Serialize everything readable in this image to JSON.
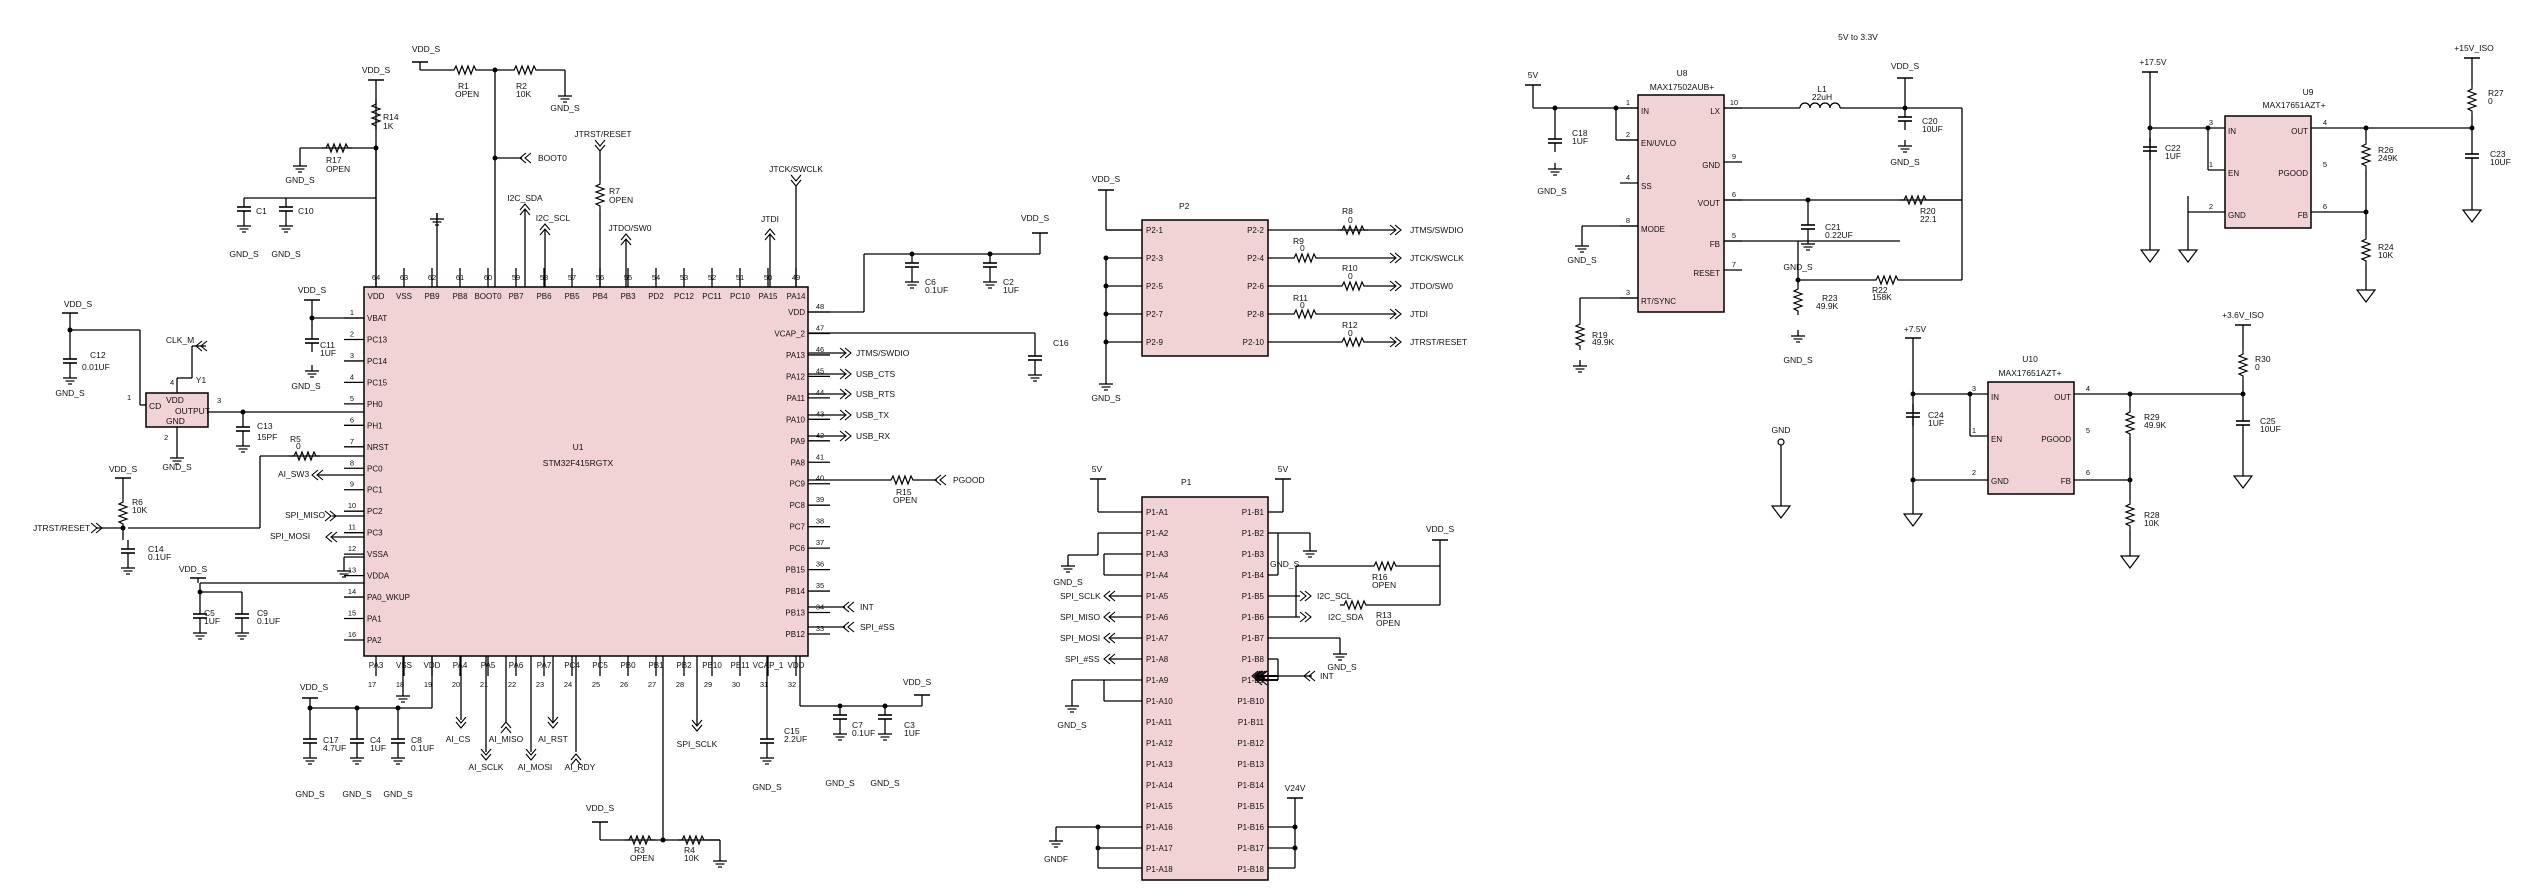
{
  "u1": {
    "ref": "U1",
    "part": "STM32F415RGTX",
    "top_pins": [
      {
        "num": "64",
        "name": "VDD"
      },
      {
        "num": "63",
        "name": "VSS"
      },
      {
        "num": "62",
        "name": "PB9"
      },
      {
        "num": "61",
        "name": "PB8"
      },
      {
        "num": "60",
        "name": "BOOT0"
      },
      {
        "num": "59",
        "name": "PB7"
      },
      {
        "num": "58",
        "name": "PB6"
      },
      {
        "num": "57",
        "name": "PB5"
      },
      {
        "num": "56",
        "name": "PB4"
      },
      {
        "num": "55",
        "name": "PB3"
      },
      {
        "num": "54",
        "name": "PD2"
      },
      {
        "num": "53",
        "name": "PC12"
      },
      {
        "num": "52",
        "name": "PC11"
      },
      {
        "num": "51",
        "name": "PC10"
      },
      {
        "num": "50",
        "name": "PA15"
      },
      {
        "num": "49",
        "name": "PA14"
      }
    ],
    "left_pins": [
      {
        "num": "1",
        "name": "VBAT"
      },
      {
        "num": "2",
        "name": "PC13"
      },
      {
        "num": "3",
        "name": "PC14"
      },
      {
        "num": "4",
        "name": "PC15"
      },
      {
        "num": "5",
        "name": "PH0"
      },
      {
        "num": "6",
        "name": "PH1"
      },
      {
        "num": "7",
        "name": "NRST"
      },
      {
        "num": "8",
        "name": "PC0"
      },
      {
        "num": "9",
        "name": "PC1"
      },
      {
        "num": "10",
        "name": "PC2"
      },
      {
        "num": "11",
        "name": "PC3"
      },
      {
        "num": "12",
        "name": "VSSA"
      },
      {
        "num": "13",
        "name": "VDDA"
      },
      {
        "num": "14",
        "name": "PA0_WKUP"
      },
      {
        "num": "15",
        "name": "PA1"
      },
      {
        "num": "16",
        "name": "PA2"
      }
    ],
    "right_pins": [
      {
        "num": "48",
        "name": "VDD"
      },
      {
        "num": "47",
        "name": "VCAP_2"
      },
      {
        "num": "46",
        "name": "PA13"
      },
      {
        "num": "45",
        "name": "PA12"
      },
      {
        "num": "44",
        "name": "PA11"
      },
      {
        "num": "43",
        "name": "PA10"
      },
      {
        "num": "42",
        "name": "PA9"
      },
      {
        "num": "41",
        "name": "PA8"
      },
      {
        "num": "40",
        "name": "PC9"
      },
      {
        "num": "39",
        "name": "PC8"
      },
      {
        "num": "38",
        "name": "PC7"
      },
      {
        "num": "37",
        "name": "PC6"
      },
      {
        "num": "36",
        "name": "PB15"
      },
      {
        "num": "35",
        "name": "PB14"
      },
      {
        "num": "34",
        "name": "PB13"
      },
      {
        "num": "33",
        "name": "PB12"
      }
    ],
    "bottom_pins": [
      {
        "num": "17",
        "name": "PA3"
      },
      {
        "num": "18",
        "name": "VSS"
      },
      {
        "num": "19",
        "name": "VDD"
      },
      {
        "num": "20",
        "name": "PA4"
      },
      {
        "num": "21",
        "name": "PA5"
      },
      {
        "num": "22",
        "name": "PA6"
      },
      {
        "num": "23",
        "name": "PA7"
      },
      {
        "num": "24",
        "name": "PC4"
      },
      {
        "num": "25",
        "name": "PC5"
      },
      {
        "num": "26",
        "name": "PB0"
      },
      {
        "num": "27",
        "name": "PB1"
      },
      {
        "num": "28",
        "name": "PB2"
      },
      {
        "num": "29",
        "name": "PB10"
      },
      {
        "num": "30",
        "name": "PB11"
      },
      {
        "num": "31",
        "name": "VCAP_1"
      },
      {
        "num": "32",
        "name": "VDD"
      }
    ]
  },
  "y1": {
    "ref": "Y1",
    "vdd": "VDD",
    "cd": "CD",
    "output": "OUTPUT",
    "gnd": "GND",
    "p1": "1",
    "p2": "2",
    "p3": "3",
    "p4": "4"
  },
  "p2": {
    "ref": "P2",
    "left": [
      "P2-1",
      "P2-3",
      "P2-5",
      "P2-7",
      "P2-9"
    ],
    "right": [
      "P2-2",
      "P2-4",
      "P2-6",
      "P2-8",
      "P2-10"
    ]
  },
  "p1": {
    "ref": "P1",
    "left": [
      "P1-A1",
      "P1-A2",
      "P1-A3",
      "P1-A4",
      "P1-A5",
      "P1-A6",
      "P1-A7",
      "P1-A8",
      "P1-A9",
      "P1-A10",
      "P1-A11",
      "P1-A12",
      "P1-A13",
      "P1-A14",
      "P1-A15",
      "P1-A16",
      "P1-A17",
      "P1-A18"
    ],
    "right": [
      "P1-B1",
      "P1-B2",
      "P1-B3",
      "P1-B4",
      "P1-B5",
      "P1-B6",
      "P1-B7",
      "P1-B8",
      "P1-B9",
      "P1-B10",
      "P1-B11",
      "P1-B12",
      "P1-B13",
      "P1-B14",
      "P1-B15",
      "P1-B16",
      "P1-B17",
      "P1-B18"
    ]
  },
  "u8": {
    "title": "5V to 3.3V",
    "ref": "U8",
    "part": "MAX17502AUB+",
    "pins": [
      {
        "num": "1",
        "name": "IN"
      },
      {
        "num": "2",
        "name": "EN/UVLO"
      },
      {
        "num": "4",
        "name": "SS"
      },
      {
        "num": "8",
        "name": "MODE"
      },
      {
        "num": "3",
        "name": "RT/SYNC"
      },
      {
        "num": "10",
        "name": "LX"
      },
      {
        "num": "9",
        "name": "GND"
      },
      {
        "num": "6",
        "name": "VOUT"
      },
      {
        "num": "5",
        "name": "FB"
      },
      {
        "num": "7",
        "name": "RESET"
      }
    ]
  },
  "u9": {
    "ref": "U9",
    "part": "MAX17651AZT+",
    "pins": [
      {
        "num": "3",
        "name": "IN"
      },
      {
        "num": "1",
        "name": "EN"
      },
      {
        "num": "2",
        "name": "GND"
      },
      {
        "num": "4",
        "name": "OUT"
      },
      {
        "num": "5",
        "name": "PGOOD"
      },
      {
        "num": "6",
        "name": "FB"
      }
    ]
  },
  "u10": {
    "ref": "U10",
    "part": "MAX17651AZT+",
    "pins": [
      {
        "num": "3",
        "name": "IN"
      },
      {
        "num": "1",
        "name": "EN"
      },
      {
        "num": "2",
        "name": "GND"
      },
      {
        "num": "4",
        "name": "OUT"
      },
      {
        "num": "5",
        "name": "PGOOD"
      },
      {
        "num": "6",
        "name": "FB"
      }
    ]
  },
  "power": {
    "vdd_s": "VDD_S",
    "gnd_s": "GND_S",
    "v5": "5V",
    "v7_5": "+7.5V",
    "v17_5": "+17.5V",
    "v15_iso": "+15V_ISO",
    "v3_6_iso": "+3.6V_ISO",
    "v24": "V24V",
    "gnd": "GND",
    "gndf": "GNDF"
  },
  "nets": {
    "boot0": "BOOT0",
    "jtrst": "JTRST/RESET",
    "jtck": "JTCK/SWCLK",
    "jtdi": "JTDI",
    "jtdo": "JTDO/SW0",
    "i2c_sda": "I2C_SDA",
    "i2c_scl": "I2C_SCL",
    "clk_m": "CLK_M",
    "ai_sw3": "AI_SW3",
    "spi_miso": "SPI_MISO",
    "spi_mosi": "SPI_MOSI",
    "spi_sclk": "SPI_SCLK",
    "spi_ss": "SPI_#SS",
    "jtms": "JTMS/SWDIO",
    "usb_cts": "USB_CTS",
    "usb_rts": "USB_RTS",
    "usb_tx": "USB_TX",
    "usb_rx": "USB_RX",
    "pgood": "PGOOD",
    "int": "INT",
    "ai_cs": "AI_CS",
    "ai_miso": "AI_MISO",
    "ai_sclk": "AI_SCLK",
    "ai_mosi": "AI_MOSI",
    "ai_rst": "AI_RST",
    "ai_rdy": "AI_RDY",
    "jtms_p2": "JTMS/SWDIO",
    "jtck_p2": "JTCK/SWCLK",
    "jtdo_p2": "JTDO/SW0",
    "jtdi_p2": "JTDI",
    "jtrst_p2": "JTRST/RESET",
    "spi_sclk_p1": "SPI_SCLK",
    "spi_miso_p1": "SPI_MISO",
    "spi_mosi_p1": "SPI_MOSI",
    "spi_ss_p1": "SPI_#SS",
    "i2c_scl_p1": "I2C_SCL",
    "i2c_sda_p1": "I2C_SDA",
    "int_p1": "INT"
  },
  "parts": {
    "r1": "R1",
    "r1v": "OPEN",
    "r2": "R2",
    "r2v": "10K",
    "r14": "R14",
    "r14v": "1K",
    "r17": "R17",
    "r17v": "OPEN",
    "r7": "R7",
    "r7v": "OPEN",
    "r5": "R5",
    "r5v": "0",
    "r6": "R6",
    "r6v": "10K",
    "r15": "R15",
    "r15v": "OPEN",
    "r3": "R3",
    "r3v": "OPEN",
    "r4": "R4",
    "r4v": "10K",
    "c1": "C1",
    "c10": "C10",
    "c11": "C11",
    "c11v": "1UF",
    "c12": "C12",
    "c12v": "0.01UF",
    "c13": "C13",
    "c13v": "15PF",
    "c14": "C14",
    "c14v": "0.1UF",
    "c5": "C5",
    "c5v": "1UF",
    "c9": "C9",
    "c9v": "0.1UF",
    "c6": "C6",
    "c6v": "0.1UF",
    "c2": "C2",
    "c2v": "1UF",
    "c16": "C16",
    "c17": "C17",
    "c17v": "4.7UF",
    "c4": "C4",
    "c4v": "1UF",
    "c8": "C8",
    "c8v": "0.1UF",
    "c15": "C15",
    "c15v": "2.2UF",
    "c7": "C7",
    "c7v": "0.1UF",
    "c3": "C3",
    "c3v": "1UF",
    "r8": "R8",
    "r8v": "0",
    "r9": "R9",
    "r9v": "0",
    "r10": "R10",
    "r10v": "0",
    "r11": "R11",
    "r11v": "0",
    "r12": "R12",
    "r12v": "0",
    "r16": "R16",
    "r16v": "OPEN",
    "r13": "R13",
    "r13v": "OPEN",
    "c18": "C18",
    "c18v": "1UF",
    "l1": "L1",
    "l1v": "22uH",
    "c20": "C20",
    "c20v": "10UF",
    "c21": "C21",
    "c21v": "0.22UF",
    "r20": "R20",
    "r20v": "22.1",
    "r23": "R23",
    "r23v": "49.9K",
    "r22": "R22",
    "r22v": "158K",
    "r19": "R19",
    "r19v": "49.9K",
    "c22": "C22",
    "c22v": "1UF",
    "r26": "R26",
    "r26v": "249K",
    "r24": "R24",
    "r24v": "10K",
    "r27": "R27",
    "r27v": "0",
    "c23": "C23",
    "c23v": "10UF",
    "c24": "C24",
    "c24v": "1UF",
    "r29": "R29",
    "r29v": "49.9K",
    "r28": "R28",
    "r28v": "10K",
    "r30": "R30",
    "r30v": "0",
    "c25": "C25",
    "c25v": "10UF"
  }
}
